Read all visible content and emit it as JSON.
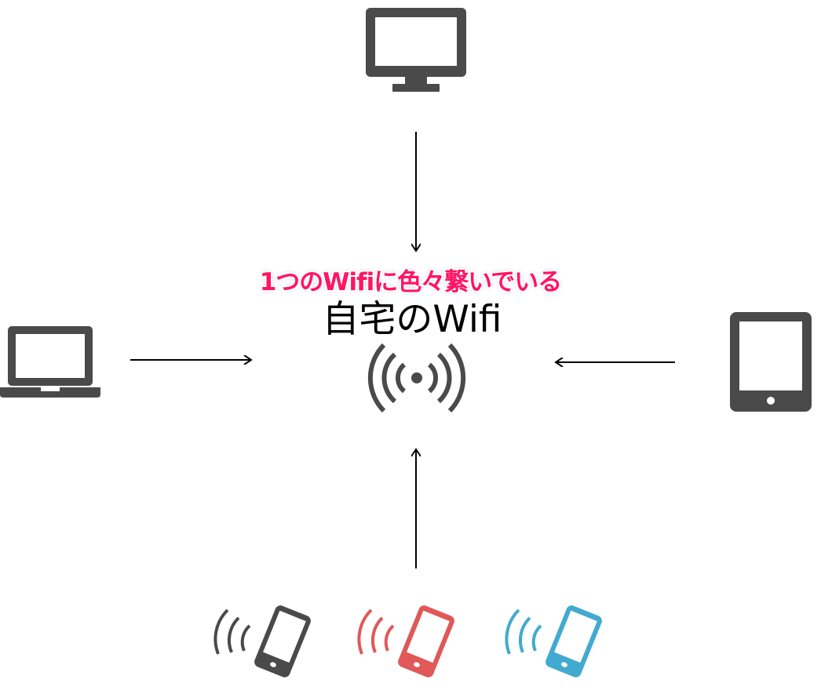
{
  "title": "自宅のWifi",
  "annotation": "1つのWifiに色々繋いでいる",
  "devices": [
    {
      "name": "desktop-monitor",
      "icon": "monitor-icon"
    },
    {
      "name": "laptop",
      "icon": "laptop-icon"
    },
    {
      "name": "tablet",
      "icon": "tablet-icon"
    },
    {
      "name": "smartphone-1",
      "icon": "smartphone-icon",
      "color": "#4a4a4a"
    },
    {
      "name": "smartphone-2",
      "icon": "smartphone-icon",
      "color": "#e05858"
    },
    {
      "name": "smartphone-3",
      "icon": "smartphone-icon",
      "color": "#42aad0"
    }
  ],
  "colors": {
    "icon": "#4a4a4a",
    "annotation": "#ff1565"
  }
}
